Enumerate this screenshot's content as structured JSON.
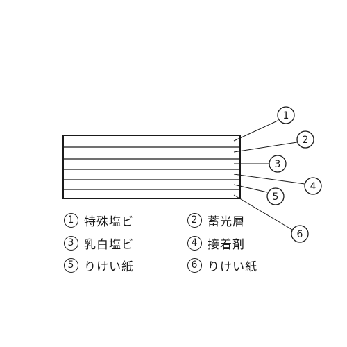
{
  "layers": [
    {
      "num": "1",
      "label": "特殊塩ビ"
    },
    {
      "num": "2",
      "label": "蓄光層"
    },
    {
      "num": "3",
      "label": "乳白塩ビ"
    },
    {
      "num": "4",
      "label": "接着剤"
    },
    {
      "num": "5",
      "label": "りけい紙"
    },
    {
      "num": "6",
      "label": "りけい紙"
    }
  ],
  "colors": {
    "ink": "#1a1a1a",
    "background": "#ffffff"
  }
}
